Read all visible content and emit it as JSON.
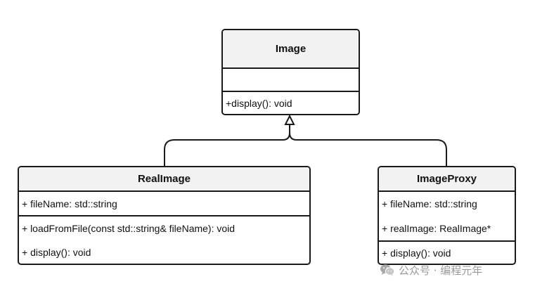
{
  "classes": {
    "image": {
      "name": "Image",
      "attributes": [],
      "methods": [
        "+display(): void"
      ]
    },
    "real_image": {
      "name": "RealImage",
      "attributes": [
        "+ fileName: std::string"
      ],
      "methods": [
        "+ loadFromFile(const std::string& fileName): void",
        "+ display(): void"
      ]
    },
    "image_proxy": {
      "name": "ImageProxy",
      "attributes": [
        "+ fileName: std::string",
        "+ realImage: RealImage*"
      ],
      "methods": [
        "+ display(): void"
      ]
    }
  },
  "watermark": {
    "icon": "wechat-icon",
    "text": "公众号 · 编程元年"
  }
}
